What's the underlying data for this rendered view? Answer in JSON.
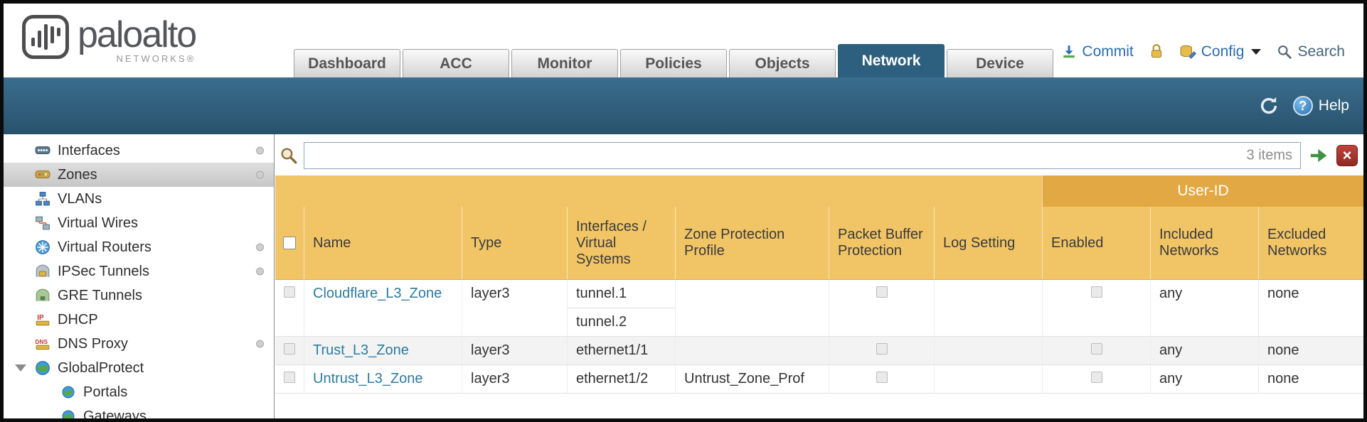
{
  "brand": {
    "name": "paloalto",
    "tagline": "NETWORKS®"
  },
  "nav": {
    "tabs": [
      {
        "label": "Dashboard"
      },
      {
        "label": "ACC"
      },
      {
        "label": "Monitor"
      },
      {
        "label": "Policies"
      },
      {
        "label": "Objects"
      },
      {
        "label": "Network",
        "active": true
      },
      {
        "label": "Device"
      }
    ]
  },
  "header_actions": {
    "commit": "Commit",
    "config": "Config",
    "search": "Search"
  },
  "topbar": {
    "help": "Help"
  },
  "sidebar": {
    "items": [
      {
        "label": "Interfaces",
        "icon": "interfaces-icon",
        "dot": true
      },
      {
        "label": "Zones",
        "icon": "zones-icon",
        "dot": true,
        "selected": true
      },
      {
        "label": "VLANs",
        "icon": "vlans-icon"
      },
      {
        "label": "Virtual Wires",
        "icon": "virtual-wires-icon"
      },
      {
        "label": "Virtual Routers",
        "icon": "virtual-routers-icon",
        "dot": true
      },
      {
        "label": "IPSec Tunnels",
        "icon": "ipsec-tunnels-icon",
        "dot": true
      },
      {
        "label": "GRE Tunnels",
        "icon": "gre-tunnels-icon"
      },
      {
        "label": "DHCP",
        "icon": "dhcp-icon"
      },
      {
        "label": "DNS Proxy",
        "icon": "dns-proxy-icon",
        "dot": true
      },
      {
        "label": "GlobalProtect",
        "icon": "globalprotect-icon",
        "expanded": true
      },
      {
        "label": "Portals",
        "icon": "portals-icon",
        "indent": true
      },
      {
        "label": "Gateways",
        "icon": "gateways-icon",
        "indent": true
      }
    ]
  },
  "filter": {
    "items_count": "3 items",
    "query": ""
  },
  "table": {
    "group_header": "User-ID",
    "columns": [
      "Name",
      "Type",
      "Interfaces / Virtual Systems",
      "Zone Protection Profile",
      "Packet Buffer Protection",
      "Log Setting",
      "Enabled",
      "Included Networks",
      "Excluded Networks"
    ],
    "rows": [
      {
        "name": "Cloudflare_L3_Zone",
        "type": "layer3",
        "interfaces": [
          "tunnel.1",
          "tunnel.2"
        ],
        "zone_protection_profile": "",
        "log_setting": "",
        "included_networks": "any",
        "excluded_networks": "none"
      },
      {
        "name": "Trust_L3_Zone",
        "type": "layer3",
        "interfaces": [
          "ethernet1/1"
        ],
        "zone_protection_profile": "",
        "log_setting": "",
        "included_networks": "any",
        "excluded_networks": "none"
      },
      {
        "name": "Untrust_L3_Zone",
        "type": "layer3",
        "interfaces": [
          "ethernet1/2"
        ],
        "zone_protection_profile": "Untrust_Zone_Prof",
        "log_setting": "",
        "included_networks": "any",
        "excluded_networks": "none"
      }
    ]
  }
}
